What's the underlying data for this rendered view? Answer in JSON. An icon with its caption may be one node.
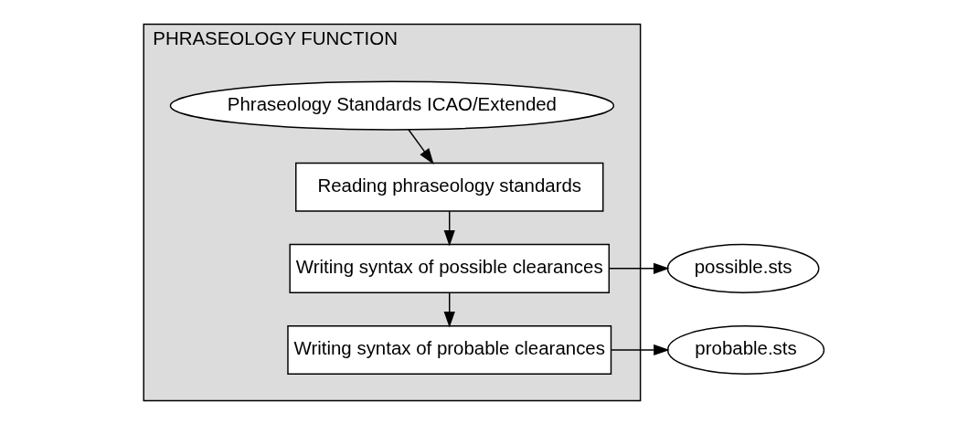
{
  "diagram": {
    "nodes": [
      {
        "text": [
          "PHRASEOLOGY FUNCTION"
        ]
      },
      {
        "text": [
          "Phraseology Standards ICAO/Extended"
        ],
        "in": 0
      },
      {
        "text": [
          "Reading phraseology standards"
        ],
        "in": 0
      },
      {
        "text": [
          "Writing syntax of possible clearances"
        ],
        "in": 0
      },
      {
        "text": [
          "Writing syntax of probable clearances"
        ],
        "in": 0
      },
      {
        "text": [
          "possible.sts"
        ]
      },
      {
        "text": [
          "probable.sts"
        ]
      }
    ],
    "edges": [
      {
        "from": 1,
        "to": 2,
        "arrow": "to"
      },
      {
        "from": 2,
        "to": 3,
        "arrow": "to"
      },
      {
        "from": 3,
        "to": 4,
        "arrow": "to"
      },
      {
        "from": 3,
        "to": 5,
        "arrow": "to"
      },
      {
        "from": 4,
        "to": 6,
        "arrow": "to"
      }
    ]
  }
}
